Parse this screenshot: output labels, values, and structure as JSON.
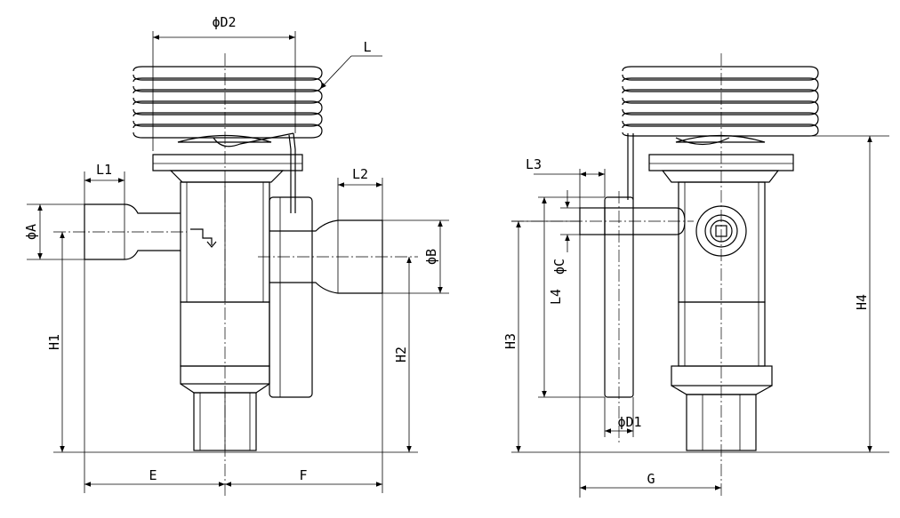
{
  "diagram": {
    "left_view": {
      "labels": {
        "d2": "ϕD2",
        "l": "L",
        "l1": "L1",
        "l2": "L2",
        "a": "ϕA",
        "b": "ϕB",
        "h1": "H1",
        "h2": "H2",
        "e": "E",
        "f": "F"
      }
    },
    "right_view": {
      "labels": {
        "l3": "L3",
        "l4": "L4",
        "c": "ϕC",
        "h3": "H3",
        "h4": "H4",
        "d1": "ϕD1",
        "g": "G"
      }
    }
  }
}
